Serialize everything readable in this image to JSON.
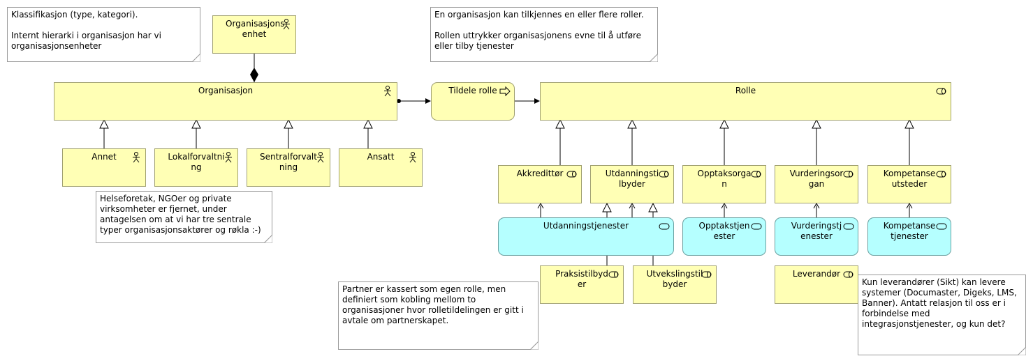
{
  "notes": {
    "klassifikasjon": "Klassifikasjon (type, kategori).\n\nInternt hierarki i organisasjon har vi organisasjonsenheter",
    "roller": "En organisasjon kan tilkjennes en eller flere roller.\n\nRollen uttrykker organisasjonens evne til å utføre eller tilby tjenester",
    "helseforetak": "Helseforetak, NGOer og private virksomheter er fjernet, under antagelsen om at vi har tre sentrale typer organisasjonsaktører og røkla :-)",
    "partner": "Partner er kassert som egen rolle, men definiert som kobling mellom to organisasjoner hvor rolletildelingen er gitt i avtale om partnerskapet.",
    "leverandorer": "Kun leverandører (Sikt) kan levere systemer (Documaster, Digeks, LMS, Banner). Antatt relasjon til oss er i forbindelse med integrasjonstjenester, og kun det?"
  },
  "elements": {
    "organisasjonsenhet": "Organisasjons enhet",
    "organisasjon": "Organisasjon",
    "tildele_rolle": "Tildele rolle",
    "rolle": "Rolle",
    "annet": "Annet",
    "lokalforvaltning": "Lokalforvaltni ng",
    "sentralforvaltning": "Sentralforvalt ning",
    "ansatt": "Ansatt",
    "akkreditor": "Akkredittør",
    "utdanningstilbyder": "Utdanningsti lbyder",
    "opptaksorgan": "Opptaksorga n",
    "vurderingsorgan": "Vurderingsor gan",
    "kompetanseutsteder": "Kompetanse utsteder",
    "utdanningstjenester": "Utdanningstjenester",
    "opptakstjenester": "Opptakstjen ester",
    "vurderingstjenester": "Vurderingstj enester",
    "kompetansetjenester": "Kompetanse tjenester",
    "praksistilbyder": "Praksistilbyd er",
    "utvekslingstilbyder": "Utvekslingstil byder",
    "leverandor": "Leverandør"
  },
  "colors": {
    "actor_role_fill": "#ffffb5",
    "service_fill": "#b5ffff",
    "note_fill": "#ffffff"
  },
  "icons": {
    "actor": "actor-icon",
    "role": "role-icon",
    "service": "service-icon",
    "process": "process-icon"
  }
}
